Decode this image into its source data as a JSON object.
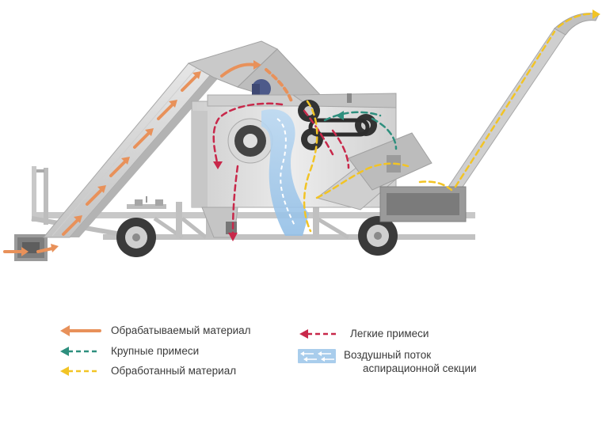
{
  "colors": {
    "processed_input": "#e8915a",
    "coarse_impurities": "#2e8f7e",
    "processed_output": "#f2c425",
    "light_impurities": "#c8284a",
    "air_flow": "#a9cdec",
    "metal_light": "#d6d6d6",
    "metal_mid": "#b8b8b8",
    "metal_dark": "#8f8f8f",
    "frame": "#bdbdbd",
    "wheel": "#3d3d3d",
    "motor": "#4d5a8a"
  },
  "legend": [
    {
      "key": "processed_input",
      "label": "Обрабатываемый материал",
      "kind": "arrow"
    },
    {
      "key": "coarse_impurities",
      "label": "Крупные примеси",
      "kind": "arrow"
    },
    {
      "key": "processed_output",
      "label": "Обработанный материал",
      "kind": "arrow"
    },
    {
      "key": "light_impurities",
      "label": "Легкие примеси",
      "kind": "arrow"
    },
    {
      "key": "air_flow",
      "label_line1": "Воздушный поток",
      "label_line2": "аспирационной секции",
      "kind": "air"
    }
  ]
}
